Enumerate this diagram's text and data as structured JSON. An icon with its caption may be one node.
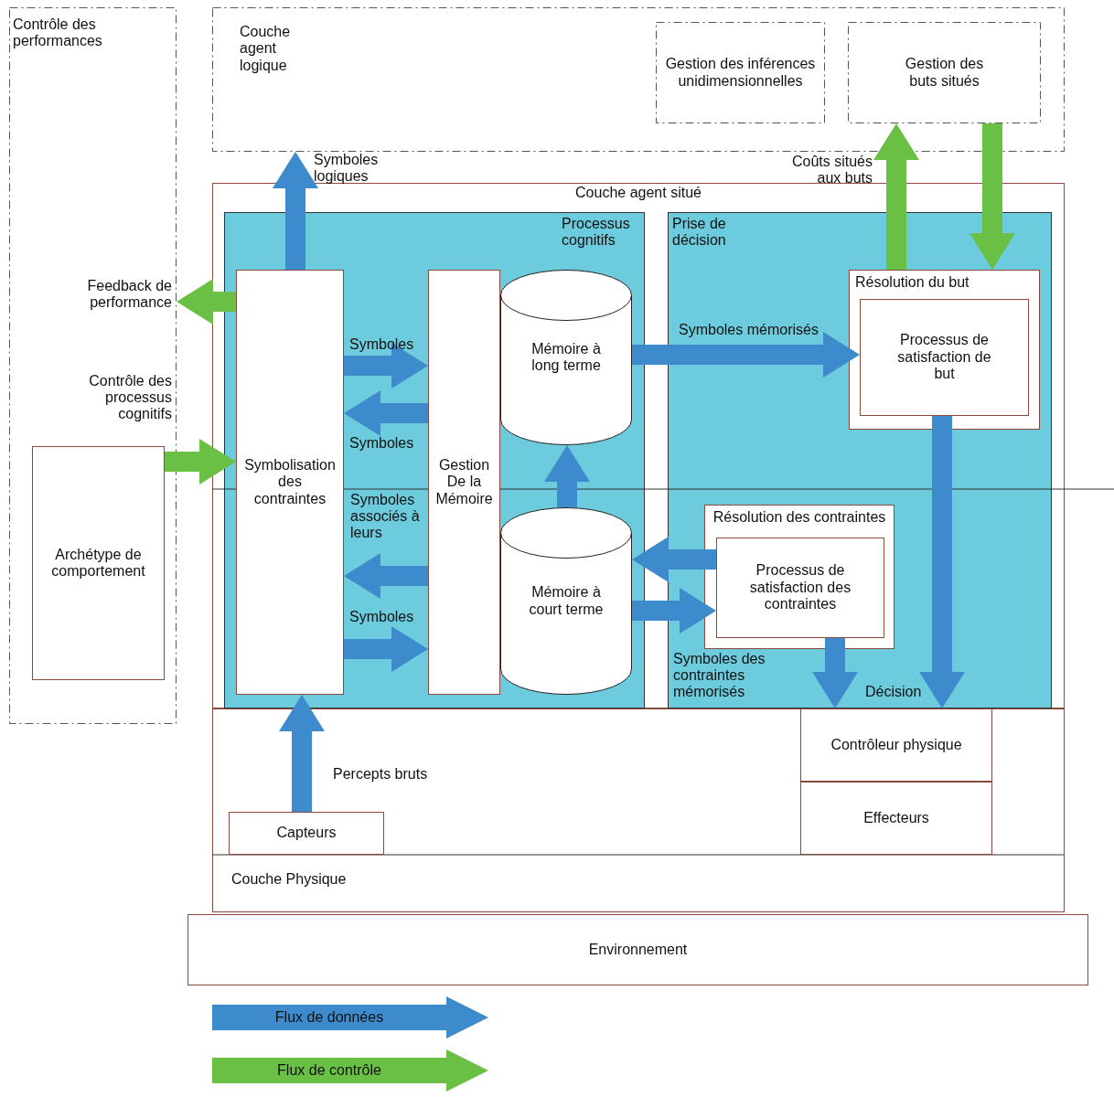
{
  "diagram": {
    "nodes": [
      {
        "text": [
          "Contrôle des performances"
        ]
      },
      {
        "text": [
          "Archétype de comportement"
        ],
        "in": 0
      },
      {
        "text": [
          "Couche agent logique"
        ]
      },
      {
        "text": [
          "Gestion des inférences unidimensionnelles"
        ],
        "in": 2
      },
      {
        "text": [
          "Gestion des buts situés"
        ],
        "in": 2
      },
      {
        "text": [
          "Couche agent situé"
        ]
      },
      {
        "text": [
          "Processus cognitifs"
        ],
        "in": 5
      },
      {
        "text": [
          "Prise de décision"
        ],
        "in": 5
      },
      {
        "text": [
          "Symbolisation des contraintes"
        ],
        "in": 6
      },
      {
        "text": [
          "Gestion De la Mémoire"
        ],
        "in": 6
      },
      {
        "text": [
          "Mémoire à long terme"
        ],
        "in": 6
      },
      {
        "text": [
          "Mémoire à court terme"
        ],
        "in": 6
      },
      {
        "text": [
          "Résolution du but"
        ],
        "in": 7
      },
      {
        "text": [
          "Processus de satisfaction de but"
        ],
        "in": 12
      },
      {
        "text": [
          "Résolution des contraintes"
        ],
        "in": 7
      },
      {
        "text": [
          "Processus de satisfaction des contraintes"
        ],
        "in": 14
      },
      {
        "text": [
          "Couche Physique"
        ]
      },
      {
        "text": [
          "Capteurs"
        ],
        "in": 16
      },
      {
        "text": [
          "Contrôleur physique"
        ],
        "in": 16
      },
      {
        "text": [
          "Effecteurs"
        ],
        "in": 16
      },
      {
        "text": [
          "Environnement"
        ]
      }
    ],
    "edges": [
      {
        "from": 8,
        "to": 2,
        "arrow": "to",
        "label": "Symboles logiques"
      },
      {
        "from": 8,
        "to": 0,
        "arrow": "to",
        "label": "Feedback de performance",
        "color": "#6abf45"
      },
      {
        "from": 1,
        "to": 8,
        "arrow": "to",
        "label": "Contrôle des processus cognitifs",
        "color": "#6abf45"
      },
      {
        "from": 8,
        "to": 9,
        "arrow": "to",
        "label": "Symboles"
      },
      {
        "from": 9,
        "to": 8,
        "arrow": "to",
        "label": "Symboles"
      },
      {
        "from": 9,
        "to": 8,
        "arrow": "to",
        "label": "Symboles associés à leurs"
      },
      {
        "from": 8,
        "to": 9,
        "arrow": "to",
        "label": "Symboles"
      },
      {
        "from": 11,
        "to": 10,
        "arrow": "to"
      },
      {
        "from": 10,
        "to": 13,
        "arrow": "to",
        "label": "Symboles mémorisés"
      },
      {
        "from": 12,
        "to": 4,
        "arrow": "to",
        "label": "Coûts situés aux buts",
        "color": "#6abf45"
      },
      {
        "from": 4,
        "to": 12,
        "arrow": "to",
        "color": "#6abf45"
      },
      {
        "from": 15,
        "to": 11,
        "arrow": "to"
      },
      {
        "from": 11,
        "to": 15,
        "arrow": "to",
        "label": "Symboles des contraintes mémorisés"
      },
      {
        "from": 15,
        "to": 18,
        "arrow": "to"
      },
      {
        "from": 13,
        "to": 18,
        "arrow": "to"
      },
      {
        "from": 17,
        "to": 8,
        "arrow": "to",
        "label": "Percepts bruts"
      }
    ],
    "labels": [
      "Décision"
    ],
    "legend": [
      {
        "text": "Flux de données",
        "color": "#3d8bcd"
      },
      {
        "text": "Flux de contrôle",
        "color": "#6abf45"
      }
    ]
  }
}
